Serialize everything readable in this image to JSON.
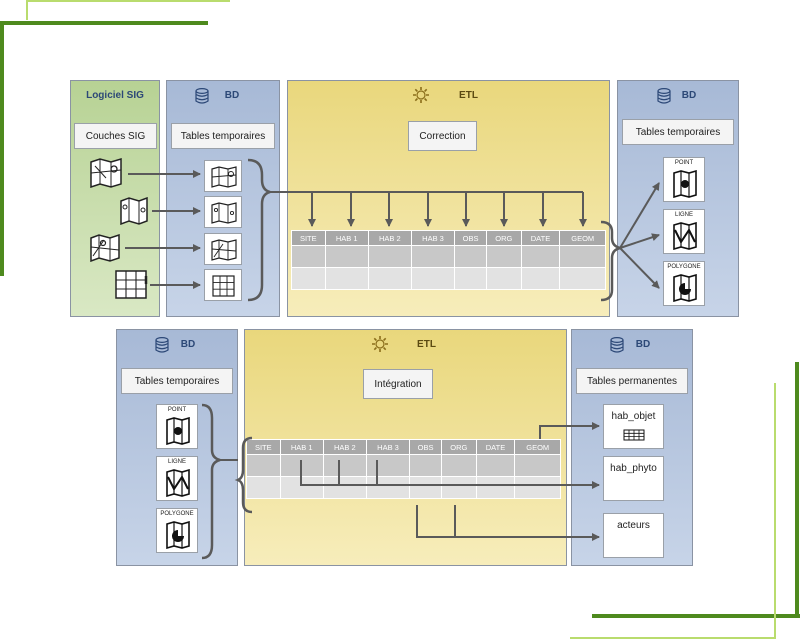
{
  "top": {
    "sig_panel": {
      "title": "Logiciel SIG",
      "layers_label": "Couches SIG"
    },
    "bd_left": {
      "title": "BD",
      "tables_label": "Tables temporaires"
    },
    "etl": {
      "title": "ETL",
      "step_label": "Correction"
    },
    "bd_right": {
      "title": "BD",
      "tables_label": "Tables temporaires",
      "outputs": [
        "POINT",
        "LIGNE",
        "POLYGONE"
      ]
    },
    "columns": [
      "SITE",
      "HAB 1",
      "HAB 2",
      "HAB 3",
      "OBS",
      "ORG",
      "DATE",
      "GEOM"
    ]
  },
  "bottom": {
    "bd_left": {
      "title": "BD",
      "tables_label": "Tables temporaires",
      "inputs": [
        "POINT",
        "LIGNE",
        "POLYGONE"
      ]
    },
    "etl": {
      "title": "ETL",
      "step_label": "Intégration"
    },
    "bd_right": {
      "title": "BD",
      "tables_label": "Tables permanentes",
      "outputs": [
        "hab_objet",
        "hab_phyto",
        "acteurs"
      ]
    },
    "columns": [
      "SITE",
      "HAB 1",
      "HAB 2",
      "HAB 3",
      "OBS",
      "ORG",
      "DATE",
      "GEOM"
    ]
  },
  "colors": {
    "deco_dark": "#4e8a1e",
    "deco_light": "#b9dc6e",
    "arrow": "#5a5a5a"
  },
  "icons": [
    "database-icon",
    "gear-icon",
    "map-icon",
    "table-grid-icon",
    "point-icon",
    "line-icon",
    "polygon-icon"
  ]
}
